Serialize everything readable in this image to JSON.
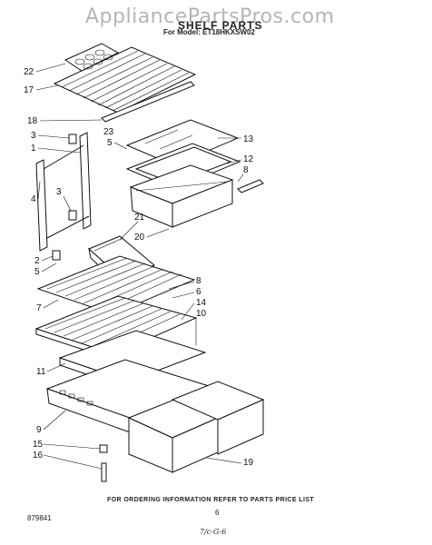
{
  "header": {
    "watermark": "AppliancePartsPros.com",
    "title": "SHELF PARTS",
    "model": "For Model: ET18HKXSW02"
  },
  "callouts": [
    "22",
    "17",
    "18",
    "3",
    "1",
    "23",
    "5",
    "13",
    "12",
    "8",
    "4",
    "3",
    "21",
    "20",
    "2",
    "5",
    "8",
    "6",
    "7",
    "14",
    "10",
    "11",
    "9",
    "15",
    "16",
    "19"
  ],
  "footer": {
    "note": "FOR ORDERING INFORMATION REFER TO PARTS PRICE LIST",
    "page_number": "6",
    "doc_number": "879841",
    "signature": "7/c-G-6"
  }
}
